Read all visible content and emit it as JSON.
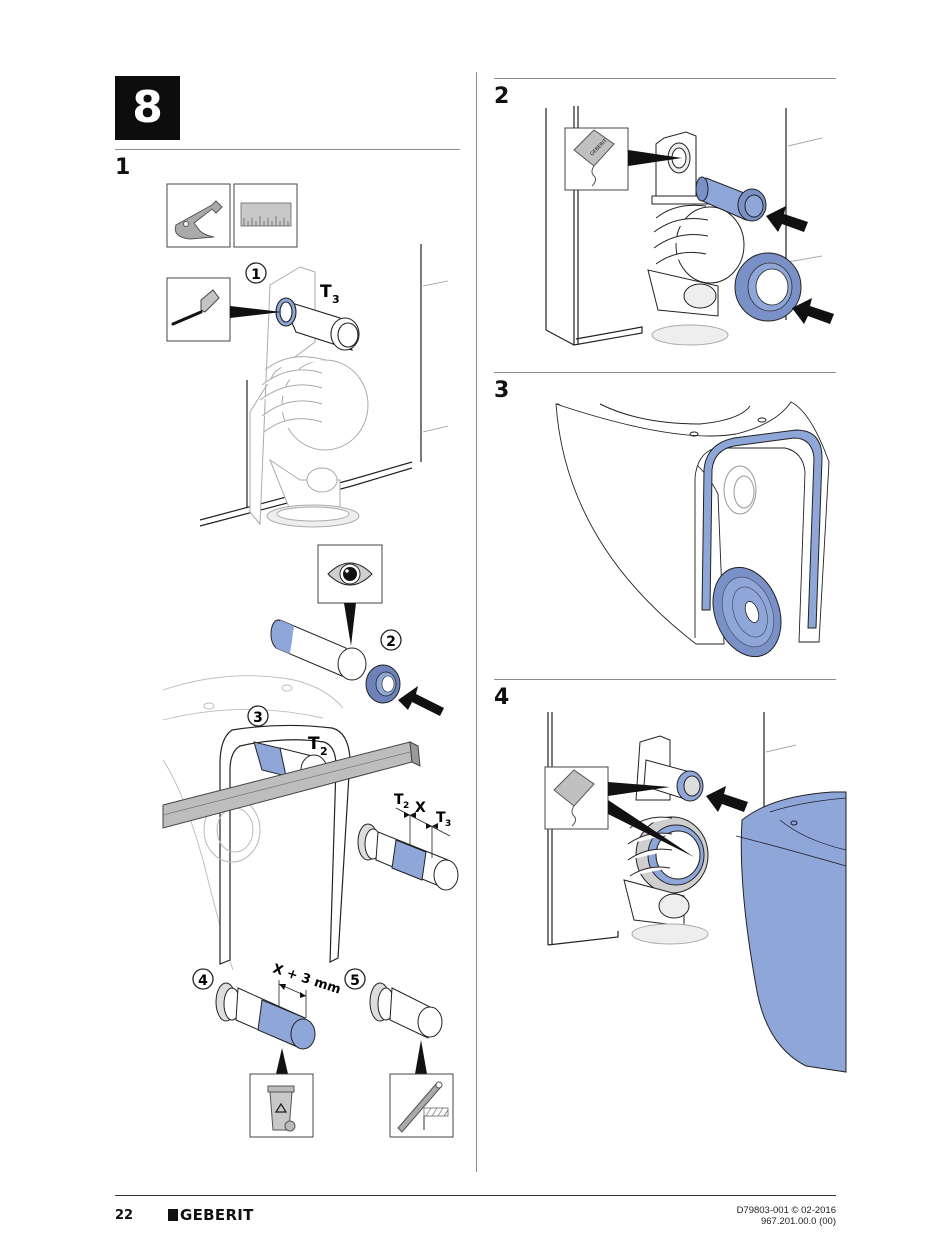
{
  "document": {
    "section_number": "8",
    "brand": "GEBERIT",
    "page_number": "22",
    "doc_reference": "D79803-001 © 02-2016",
    "article_number": "967.201.00.0 (00)",
    "accent_color": "#8fa6d8"
  },
  "steps": [
    {
      "number": "1",
      "tool_icons": [
        "pipe-cutter-icon",
        "ruler-icon"
      ],
      "callouts": [
        {
          "marker": "1",
          "label": "T3",
          "label_main": "T",
          "label_sub": "3",
          "icon": "pencil-marker-icon"
        },
        {
          "marker": "2",
          "icon": "eye-inspect-icon"
        },
        {
          "marker": "3",
          "label_main": "T",
          "label_sub": "2"
        },
        {
          "marker": "4",
          "dimension": "X + 3 mm",
          "icon": "recycling-bin-icon"
        },
        {
          "marker": "5",
          "icon": "file-deburr-icon"
        }
      ],
      "measure_labels": {
        "t2_main": "T",
        "t2_sub": "2",
        "x": "X",
        "t3_main": "T",
        "t3_sub": "3"
      }
    },
    {
      "number": "2",
      "icons": [
        "lubricant-sachet-icon"
      ]
    },
    {
      "number": "3"
    },
    {
      "number": "4",
      "icons": [
        "lubricant-sachet-icon"
      ]
    }
  ]
}
